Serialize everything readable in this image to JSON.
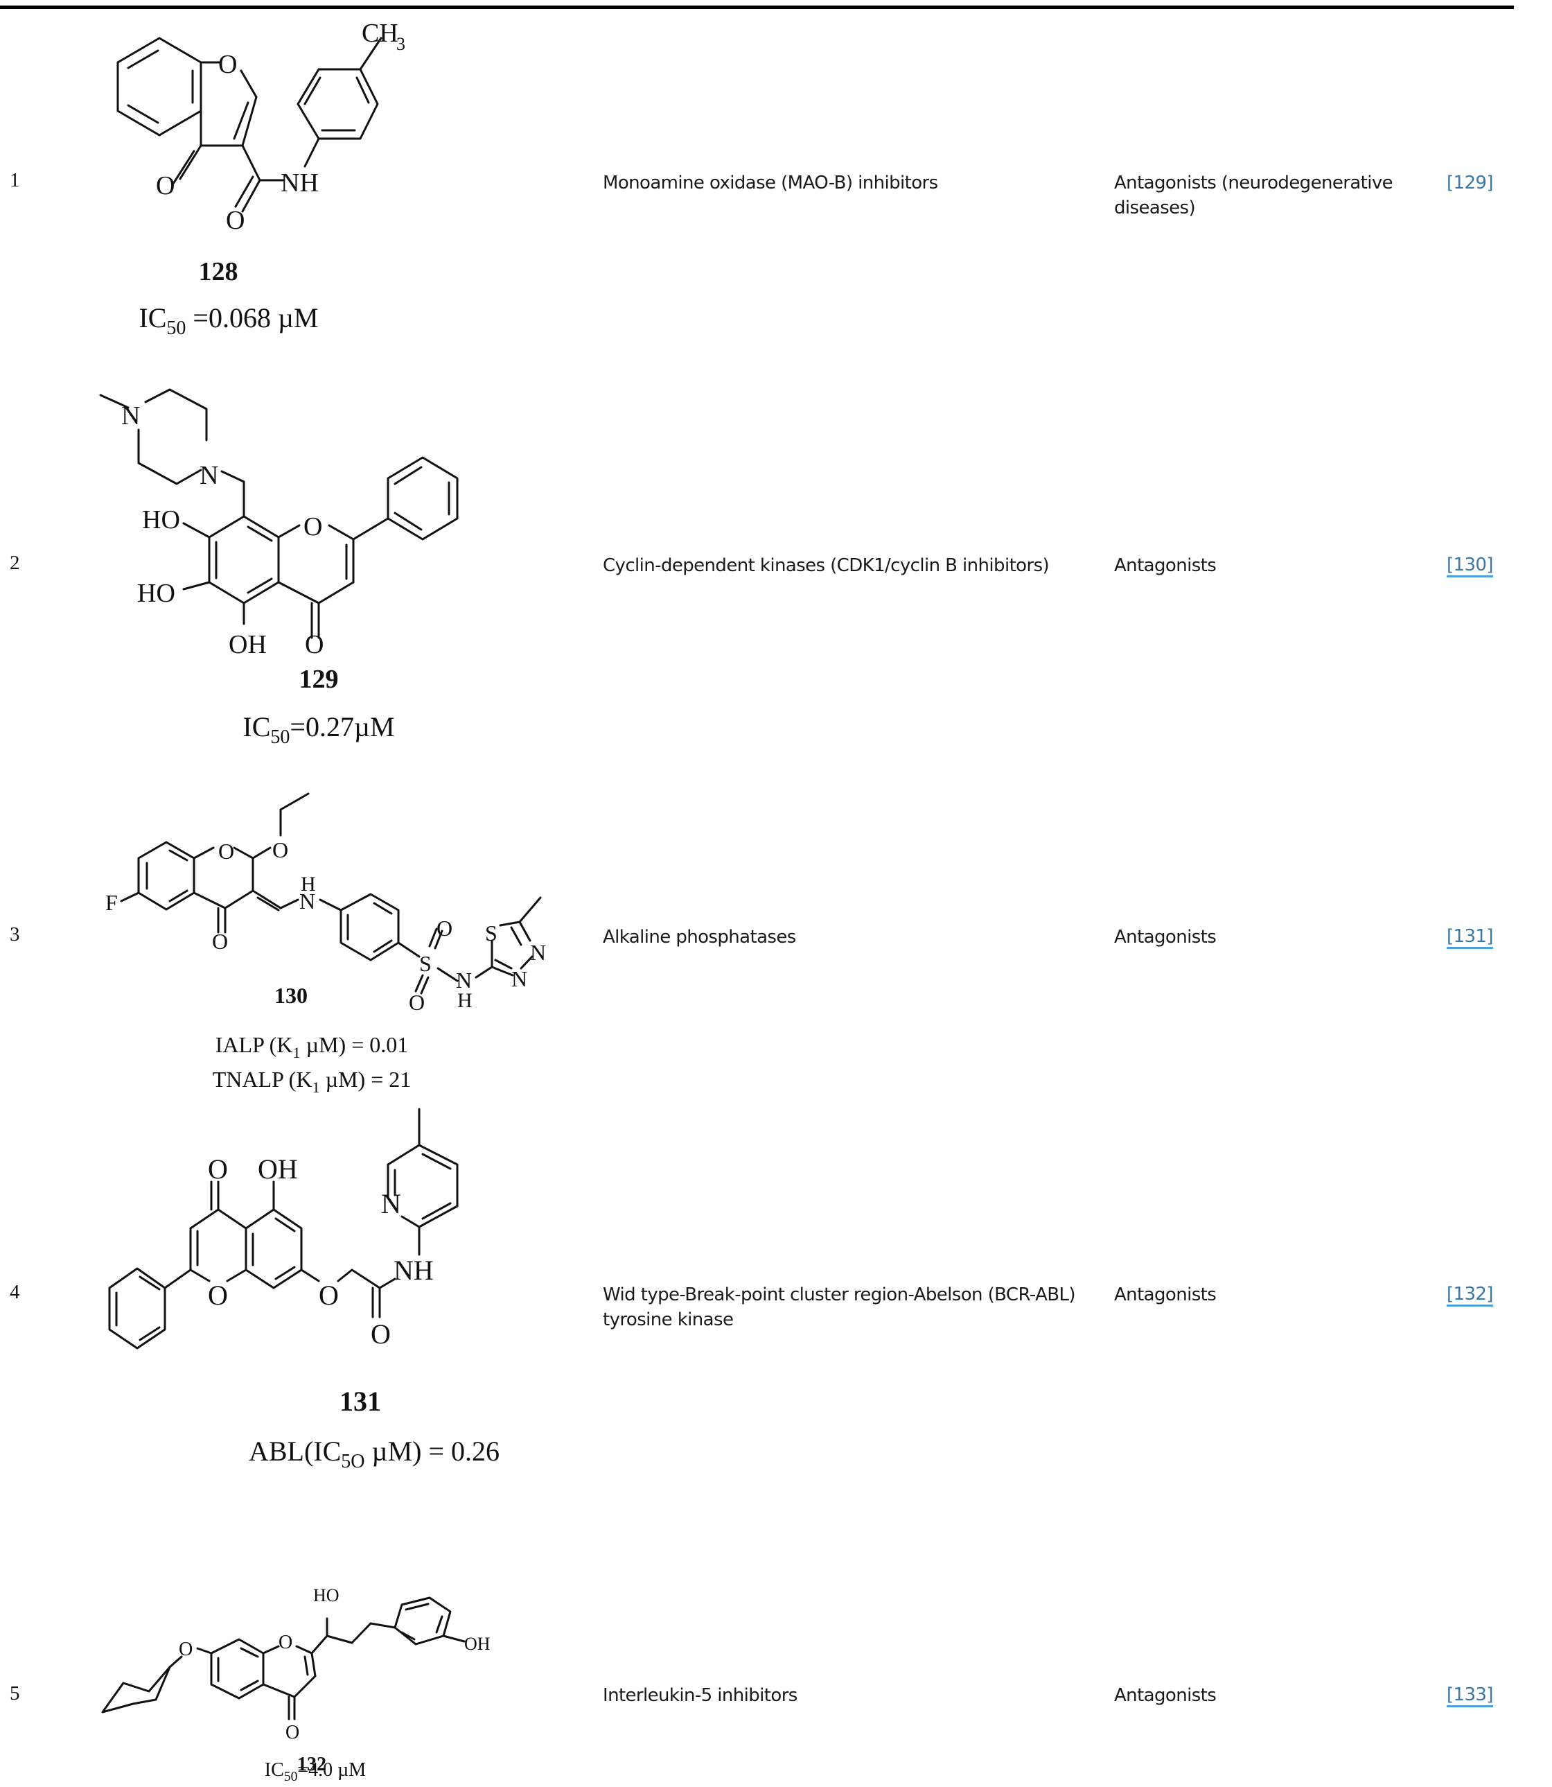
{
  "table": {
    "rows": [
      {
        "index": "1",
        "compound": {
          "id": "128",
          "activity_prefix": "IC",
          "activity_sub": "50",
          "activity_suffix": " =0.068 µM"
        },
        "target": "Monoamine oxidase (MAO-B) inhibitors",
        "role": "Antagonists (neurodegenerative diseases)",
        "ref": "[129]"
      },
      {
        "index": "2",
        "compound": {
          "id": "129",
          "activity_prefix": "IC",
          "activity_sub": "50",
          "activity_suffix": "=0.27µM"
        },
        "target": "Cyclin-dependent kinases (CDK1/cyclin B inhibitors)",
        "role": "Antagonists",
        "ref": "[130]"
      },
      {
        "index": "3",
        "compound": {
          "id": "130",
          "line1_prefix": "IALP (K",
          "line1_sub": "1",
          "line1_suffix": " µM) = 0.01",
          "line2_prefix": "TNALP (K",
          "line2_sub": "1",
          "line2_suffix": " µM) = 21"
        },
        "target": "Alkaline phosphatases",
        "role": "Antagonists",
        "ref": "[131]"
      },
      {
        "index": "4",
        "compound": {
          "id": "131",
          "activity_prefix": "ABL(IC",
          "activity_sub": "5O",
          "activity_suffix": " µM)  = 0.26"
        },
        "target": "Wid type-Break-point cluster region-Abelson (BCR-ABL) tyrosine kinase",
        "role": "Antagonists",
        "ref": "[132]"
      },
      {
        "index": "5",
        "compound": {
          "id": "132",
          "activity_prefix": "IC",
          "activity_sub": "50",
          "activity_suffix": "=4.0 µM"
        },
        "target": "Interleukin-5 inhibitors",
        "role": "Antagonists",
        "ref": "[133]"
      }
    ]
  },
  "atoms": {
    "O": "O",
    "NH": "NH",
    "N": "N",
    "H": "H",
    "HO": "HO",
    "OH": "OH",
    "F": "F",
    "S": "S",
    "CH": "CH",
    "three": "3"
  },
  "colors": {
    "link": "#3a78a8",
    "link_underline": "#4aa0e0",
    "rule": "#000000"
  }
}
